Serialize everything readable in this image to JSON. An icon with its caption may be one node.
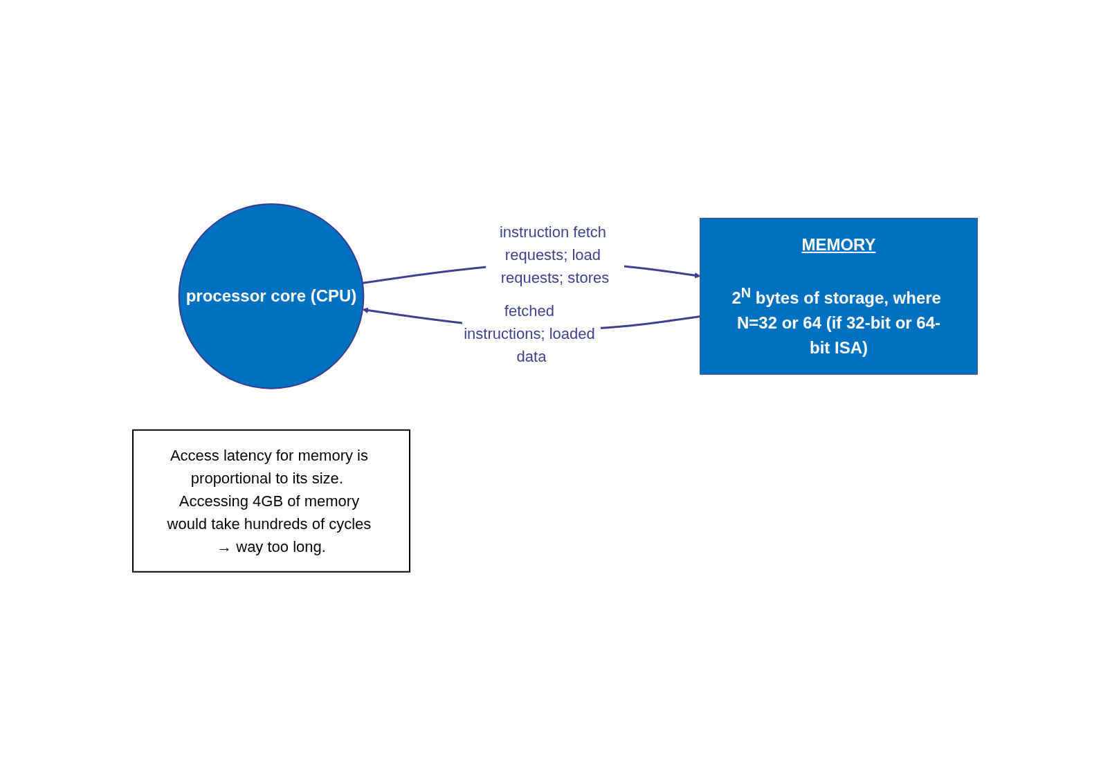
{
  "diagram": {
    "nodes": [
      {
        "text": [
          "processor core (CPU)"
        ]
      },
      {
        "text": [
          "MEMORY",
          "2$^{N}$ bytes of storage, where N=32 or 64 (if 32-bit or 64-bit ISA)"
        ]
      },
      {
        "text": [
          "Access latency for memory is proportional to its size.  Accessing 4GB of memory would take hundreds of cycles → way too long."
        ]
      }
    ],
    "edges": [
      {
        "from": 0,
        "to": 1,
        "arrow": "to",
        "label": "instruction fetch requests; load requests; stores"
      },
      {
        "from": 1,
        "to": 0,
        "arrow": "to",
        "label": "fetched instructions; loaded data"
      }
    ]
  }
}
